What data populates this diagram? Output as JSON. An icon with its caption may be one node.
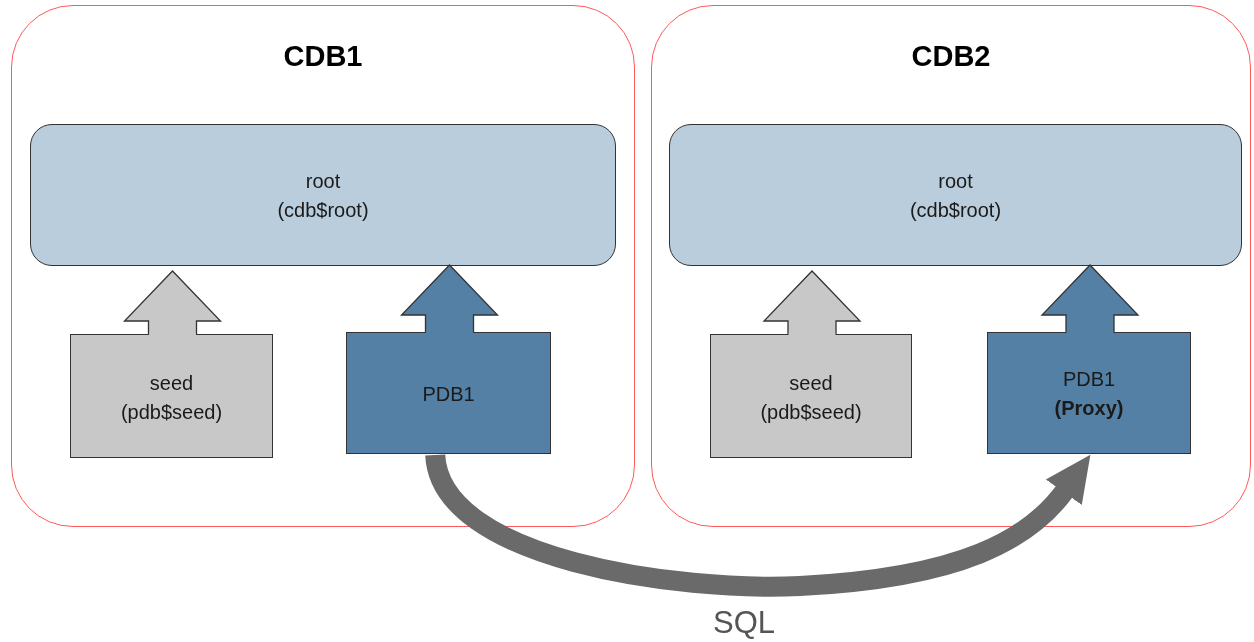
{
  "diagram": {
    "nodes": [
      {
        "text": [
          "CDB1"
        ]
      },
      {
        "text": [
          "root (cdb$root)"
        ],
        "in": 0
      },
      {
        "text": [
          "seed (pdb$seed)"
        ],
        "in": 0
      },
      {
        "text": [
          "PDB1"
        ],
        "in": 0
      },
      {
        "text": [
          "CDB2"
        ]
      },
      {
        "text": [
          "root (cdb$root)"
        ],
        "in": 4
      },
      {
        "text": [
          "seed (pdb$seed)"
        ],
        "in": 4
      },
      {
        "text": [
          "PDB1 **(Proxy)**"
        ],
        "in": 4
      }
    ],
    "edges": [
      {
        "from": 2,
        "to": 1,
        "arrow": "to",
        "color": "#c8c8c8"
      },
      {
        "from": 3,
        "to": 1,
        "arrow": "to",
        "color": "#5580a5"
      },
      {
        "from": 6,
        "to": 5,
        "arrow": "to",
        "color": "#c8c8c8"
      },
      {
        "from": 7,
        "to": 5,
        "arrow": "to",
        "color": "#5580a5"
      },
      {
        "from": 3,
        "to": 7,
        "arrow": "to",
        "label": "SQL",
        "color": "#6a6a6a"
      }
    ]
  }
}
